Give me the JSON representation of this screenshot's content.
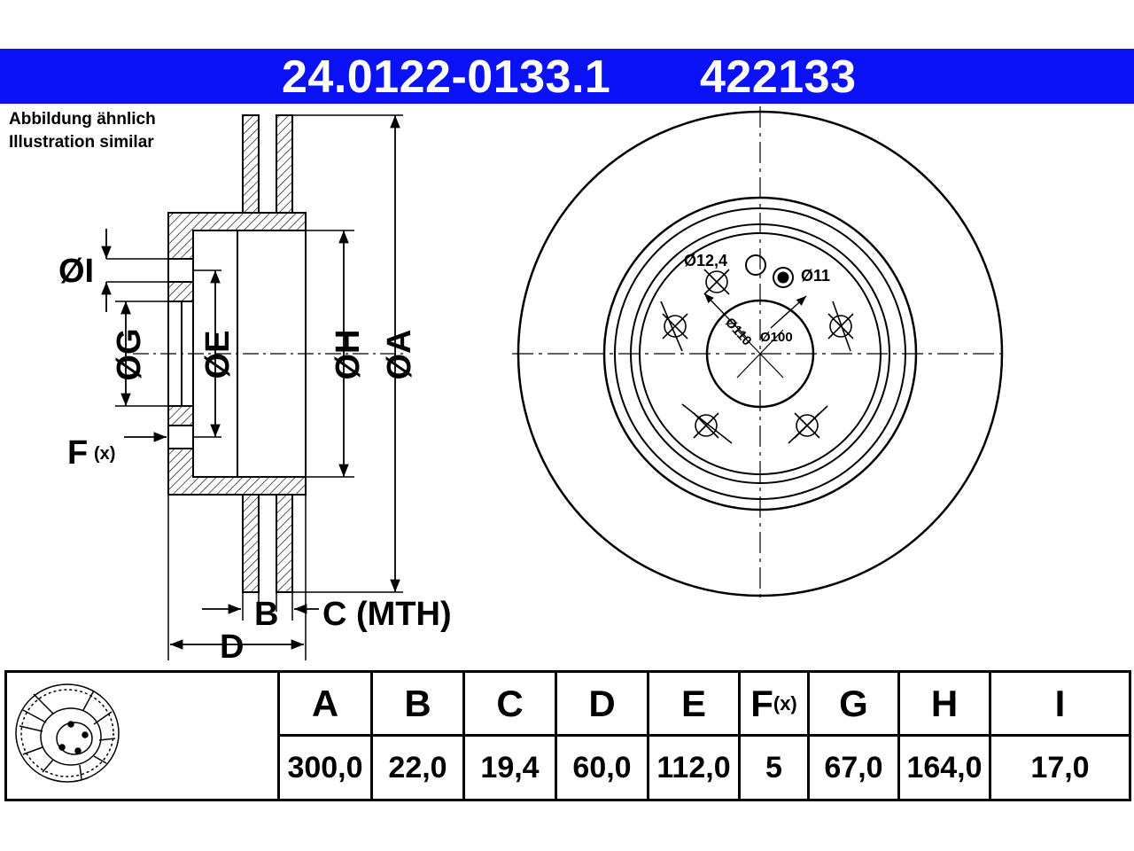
{
  "header": {
    "part_number": "24.0122-0133.1",
    "ref_number": "422133"
  },
  "note": {
    "line1": "Abbildung ähnlich",
    "line2": "Illustration similar"
  },
  "section_labels": {
    "I": "ØI",
    "G": "ØG",
    "E": "ØE",
    "H": "ØH",
    "A": "ØA",
    "F": "F",
    "F_sub": "(x)",
    "B": "B",
    "C": "C (MTH)",
    "D": "D"
  },
  "face_labels": {
    "hole_small": "Ø12,4",
    "hole_marked": "Ø11",
    "pcd_110": "Ø110",
    "pcd_100": "Ø100"
  },
  "table": {
    "columns": [
      {
        "key": "A",
        "label": "A",
        "value": "300,0"
      },
      {
        "key": "B",
        "label": "B",
        "value": "22,0"
      },
      {
        "key": "C",
        "label": "C",
        "value": "19,4"
      },
      {
        "key": "D",
        "label": "D",
        "value": "60,0"
      },
      {
        "key": "E",
        "label": "E",
        "value": "112,0"
      },
      {
        "key": "F",
        "label": "F",
        "label_sub": "(x)",
        "value": "5"
      },
      {
        "key": "G",
        "label": "G",
        "value": "67,0"
      },
      {
        "key": "H",
        "label": "H",
        "value": "164,0"
      },
      {
        "key": "I",
        "label": "I",
        "value": "17,0"
      }
    ]
  },
  "colors": {
    "header_bg": "#0a12f5",
    "header_text": "#ffffff",
    "line": "#000000"
  }
}
